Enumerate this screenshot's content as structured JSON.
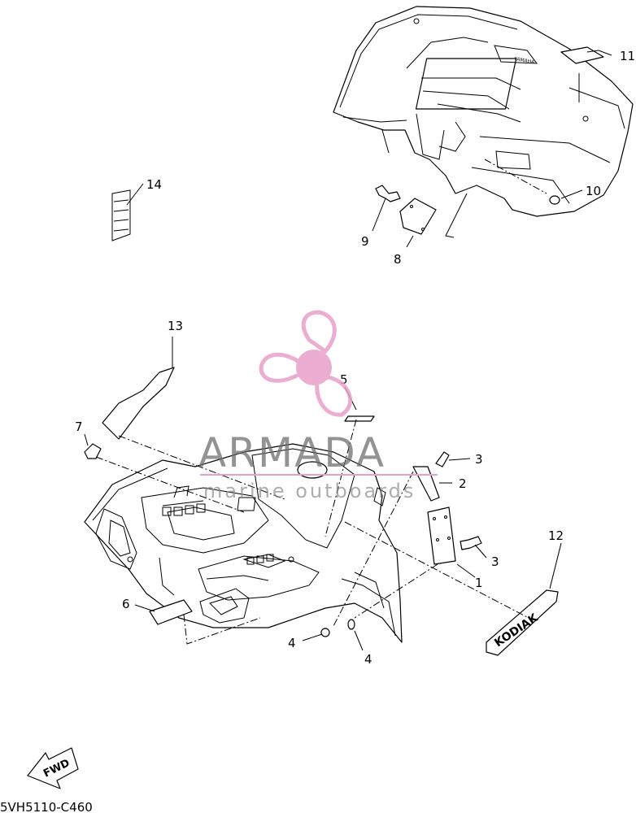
{
  "callouts": {
    "p1": "1",
    "p2": "2",
    "p3a": "3",
    "p3b": "3",
    "p4a": "4",
    "p4b": "4",
    "p5": "5",
    "p6": "6",
    "p7": "7",
    "p8": "8",
    "p9": "9",
    "p10": "10",
    "p11": "11",
    "p12": "12",
    "p13": "13",
    "p14": "14"
  },
  "watermark": {
    "title": "ARMADA",
    "subtitle": "marine outboards",
    "color": "#e8a0c8"
  },
  "decal_text": {
    "rear": "YAMAHA",
    "side": "KODIAK"
  },
  "fwd_label": "FWD",
  "diagram_ref": "5VH5110-C460"
}
